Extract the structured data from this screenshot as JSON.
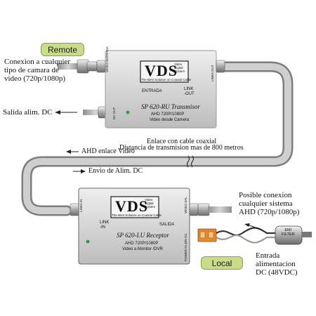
{
  "labels": {
    "remote": "Remote",
    "local": "Local",
    "conexion_left": [
      "Conexion a cualquier",
      "tipo de camara de",
      "video (720p/1080p)"
    ],
    "salida_dc": "Salida alim. DC",
    "enlace_cable": "Enlace con cable coaxial",
    "distancia": "Distancia de transmision mas de 800 metros",
    "ahd_enlace": "AHD enlace Video",
    "envio_dc": "Envio de Alim. DC",
    "posible": [
      "Posible conexion",
      "cualquier sistema",
      "AHD (720p/1080p)"
    ],
    "entrada": [
      "Entrada",
      "alimentacion",
      "DC (48VDC)"
    ]
  },
  "transmitter": {
    "logo": "VDS",
    "logo_sub": [
      "Video",
      "Digital",
      "System"
    ],
    "tagline": "The Best Solution on Coaxial Cable",
    "model": "SP 620-RU Transmisor",
    "line1": "AHD 720P/1080P",
    "line2": "Video desde Camera",
    "port_entrada": "ENTRADA",
    "port_linkout": [
      "LINK",
      "-OUT"
    ],
    "side_left": "VIDEO ENTRADA",
    "side_right": "LINEA OUT",
    "power_label": "DC OUT"
  },
  "receiver": {
    "logo": "VDS",
    "logo_sub": [
      "Video",
      "Digital",
      "System"
    ],
    "tagline": "The Best Solution on Coaxial Cable",
    "model": "SP 620-LU Receptor",
    "line1": "AHD 720P/1080P",
    "line2": "Video a Monitor /DVR",
    "port_linkin": [
      "LINK",
      "-IN"
    ],
    "port_salida": "SALIDA",
    "side_left": "LINEA IN",
    "side_right": "VIDEO SAL",
    "power_label": "POWER IN 48V DC"
  },
  "emi_filter": [
    "EMI",
    "FILTER"
  ],
  "colors": {
    "badge_fill": "#c8dc8a",
    "box_fill": "#d8d8d8",
    "cable": "#b8b8b8",
    "terminal": "#e58a2a"
  }
}
